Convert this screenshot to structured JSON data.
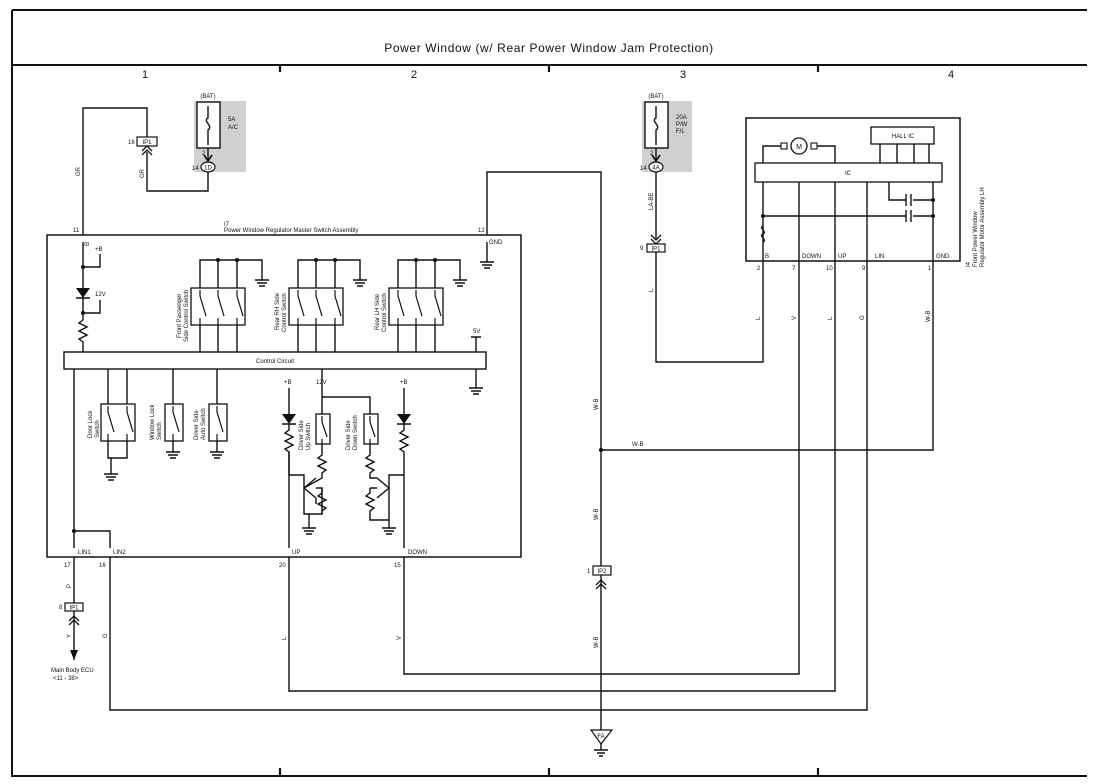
{
  "title": "Power Window (w/ Rear Power Window Jam Protection)",
  "columns": [
    "1",
    "2",
    "3",
    "4"
  ],
  "fuses": [
    {
      "header": "(BAT)",
      "rating": "5A",
      "name": "A/C",
      "pin_top": "2",
      "pin_bottom": "14",
      "connector": "1D"
    },
    {
      "header": "(BAT)",
      "rating": "20A",
      "name": "P/W",
      "name2": "F/L",
      "pin_top": "2",
      "pin_bottom": "14",
      "connector": "4A"
    }
  ],
  "master": {
    "code": "I7",
    "name": "Power Window Regulator Master Switch Assembly",
    "pins": {
      "b": "11",
      "gnd": "12",
      "lin1": "17",
      "lin2": "16",
      "up": "20",
      "down": "15"
    },
    "terms": {
      "b": "B",
      "gnd": "GND",
      "lin1": "LIN1",
      "lin2": "LIN2",
      "up": "UP",
      "down": "DOWN"
    },
    "plus_b": "+B",
    "v12": "12V",
    "v5": "5V",
    "control": "Control Circuit",
    "sw_fp": [
      "Front Passenger",
      "Side Control Switch"
    ],
    "sw_rrh": [
      "Rear RH Side",
      "Control Switch"
    ],
    "sw_rlh": [
      "Rear LH Side",
      "Control Switch"
    ],
    "sw_door": [
      "Door Lock",
      "Switch"
    ],
    "sw_winlock": [
      "Window Lock",
      "Switch"
    ],
    "sw_auto": [
      "Driver Side",
      "Auto Switch"
    ],
    "sw_up": [
      "Driver Side",
      "Up Switch"
    ],
    "sw_down": [
      "Driver Side",
      "Down Switch"
    ]
  },
  "motor": {
    "code": "I4",
    "name1": "Front Power Window",
    "name2": "Regulator Motor Assembly LH",
    "motor_label": "M",
    "hall": "HALL IC",
    "ic": "IC",
    "pins": {
      "b": "2",
      "down": "7",
      "up": "10",
      "lin": "9",
      "gnd": "1"
    },
    "terms": {
      "b": "B",
      "down": "DOWN",
      "up": "UP",
      "lin": "LIN",
      "gnd": "GND"
    }
  },
  "connectors": {
    "ip1_a": {
      "label": "IP1",
      "pin": "16"
    },
    "ip1_b": {
      "label": "IP1",
      "pin": "9"
    },
    "ip1_c": {
      "label": "IP1",
      "pin": "8"
    },
    "ip2": {
      "label": "IP2",
      "pin": "1"
    },
    "ground": "FA"
  },
  "wires": {
    "gr1": "GR",
    "gr2": "GR",
    "labe": "LA-BE",
    "l_fuse": "L",
    "l_m2": "L",
    "v_m7": "V",
    "l_m10": "L",
    "g_m9": "G",
    "wb_m1": "W-B",
    "wb_col": "W-B",
    "wb_h": "W-B",
    "wb_ip2": "W-B",
    "wb_bot": "W-B",
    "p": "P",
    "y": "Y",
    "g_lin2": "G",
    "l_up": "L",
    "v_down": "V"
  },
  "ecu": {
    "name": "Main Body ECU",
    "ref": "<11 - 38>"
  }
}
